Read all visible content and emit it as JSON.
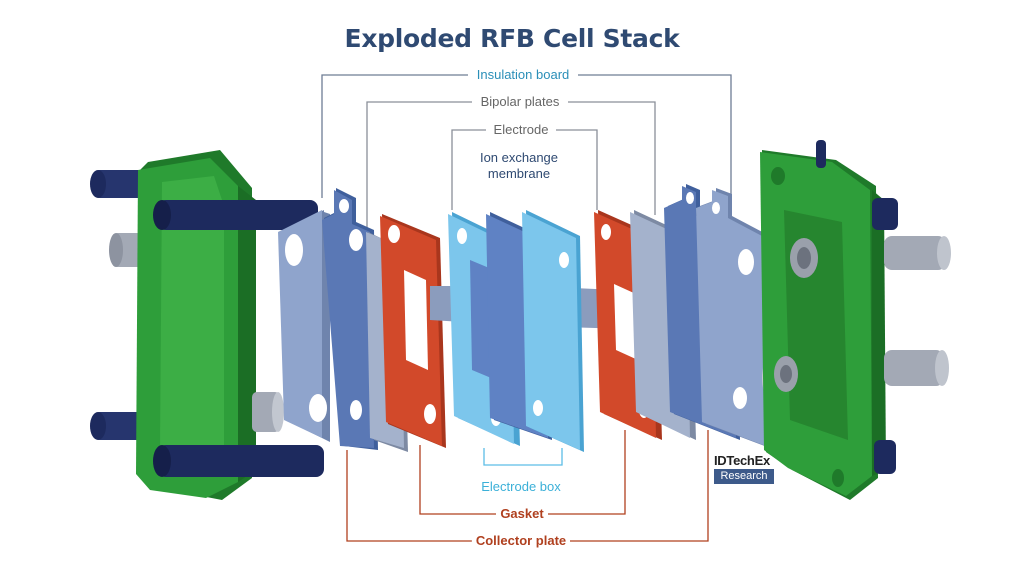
{
  "title": "Exploded RFB Cell Stack",
  "labels": {
    "insulation_board": "Insulation board",
    "bipolar_plates": "Bipolar plates",
    "electrode": "Electrode",
    "ion_exchange_membrane": "Ion exchange membrane",
    "electrode_box": "Electrode box",
    "gasket": "Gasket",
    "collector_plate": "Collector plate"
  },
  "logo": {
    "brand": "IDTechEx",
    "sub": "Research"
  },
  "colors": {
    "title": "#2f4a72",
    "insulation_board": "#2b8fb8",
    "bipolar_plates": "#666666",
    "electrode": "#666666",
    "ion_exchange_membrane": "#2f4a72",
    "electrode_box": "#3bb0d8",
    "gasket": "#b0401f",
    "collector_plate": "#b0401f",
    "end_plate": "#2e9e3a",
    "bolt": "#1d2a5e",
    "spacer": "#9aa0ab",
    "insulation_plate": "#8fa4cc",
    "bipolar_plate": "#5a78b5",
    "gasket_plate": "#d2492a",
    "electrode_plate": "#7cc6ec",
    "membrane_plate": "#5f82c4"
  },
  "icons": [
    "end-plate-left",
    "end-plate-right",
    "bolt",
    "spacer"
  ]
}
